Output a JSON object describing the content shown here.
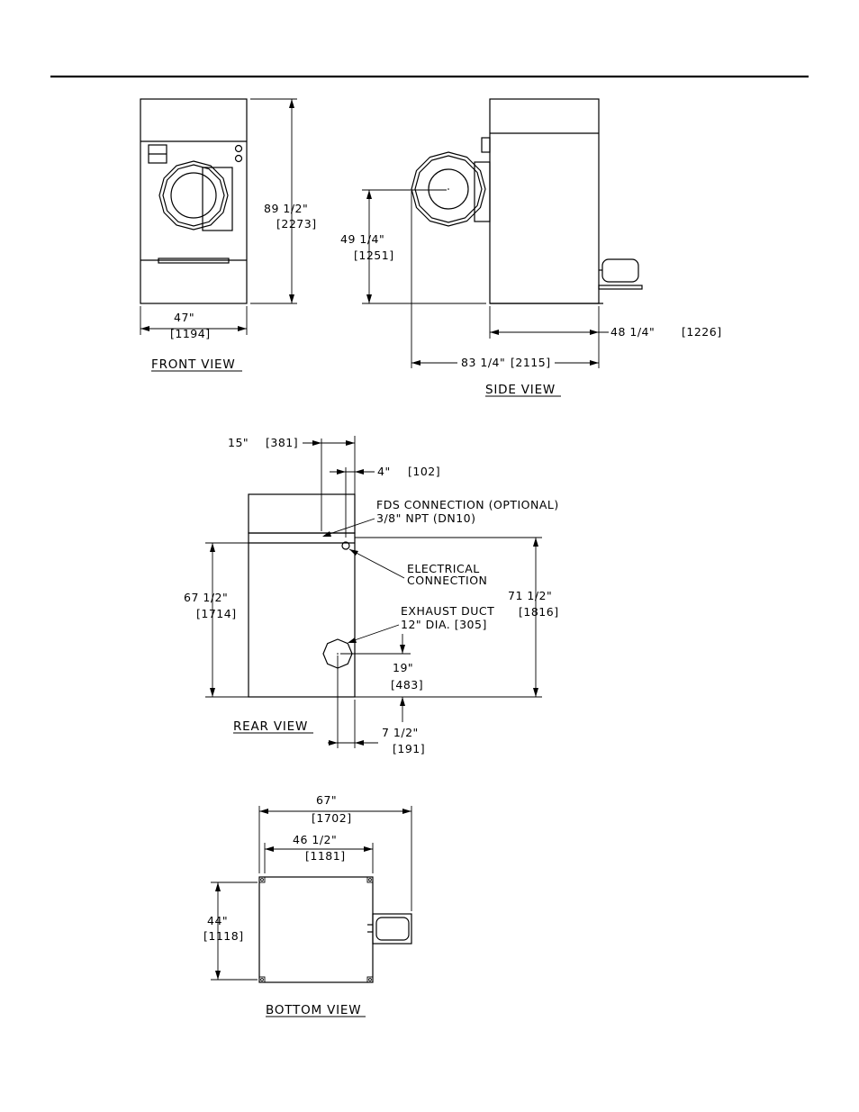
{
  "views": {
    "front": {
      "title": "FRONT VIEW",
      "height": "89 1/2\"",
      "height_mm": "[2273]",
      "width": "47\"",
      "width_mm": "[1194]"
    },
    "side": {
      "title": "SIDE VIEW",
      "center": "49 1/4\"",
      "center_mm": "[1251]",
      "depth": "48 1/4\"",
      "depth_mm": "[1226]",
      "overall": "83 1/4\"",
      "overall_mm": "[2115]"
    },
    "rear": {
      "title": "REAR VIEW",
      "offset_a": "15\"",
      "offset_a_mm": "[381]",
      "offset_b": "4\"",
      "offset_b_mm": "[102]",
      "fds_line1": "FDS CONNECTION (OPTIONAL)",
      "fds_line2": "3/8\" NPT (DN10)",
      "elec_line1": "ELECTRICAL",
      "elec_line2": "CONNECTION",
      "exhaust_line1": "EXHAUST DUCT",
      "exhaust_line2": "12\" DIA. [305]",
      "left_height": "67 1/2\"",
      "left_height_mm": "[1714]",
      "right_height": "71 1/2\"",
      "right_height_mm": "[1816]",
      "exhaust_height": "19\"",
      "exhaust_height_mm": "[483]",
      "exhaust_offset": "7 1/2\"",
      "exhaust_offset_mm": "[191]"
    },
    "bottom": {
      "title": "BOTTOM VIEW",
      "overall": "67\"",
      "overall_mm": "[1702]",
      "inner": "46 1/2\"",
      "inner_mm": "[1181]",
      "depth": "44\"",
      "depth_mm": "[1118]"
    }
  }
}
